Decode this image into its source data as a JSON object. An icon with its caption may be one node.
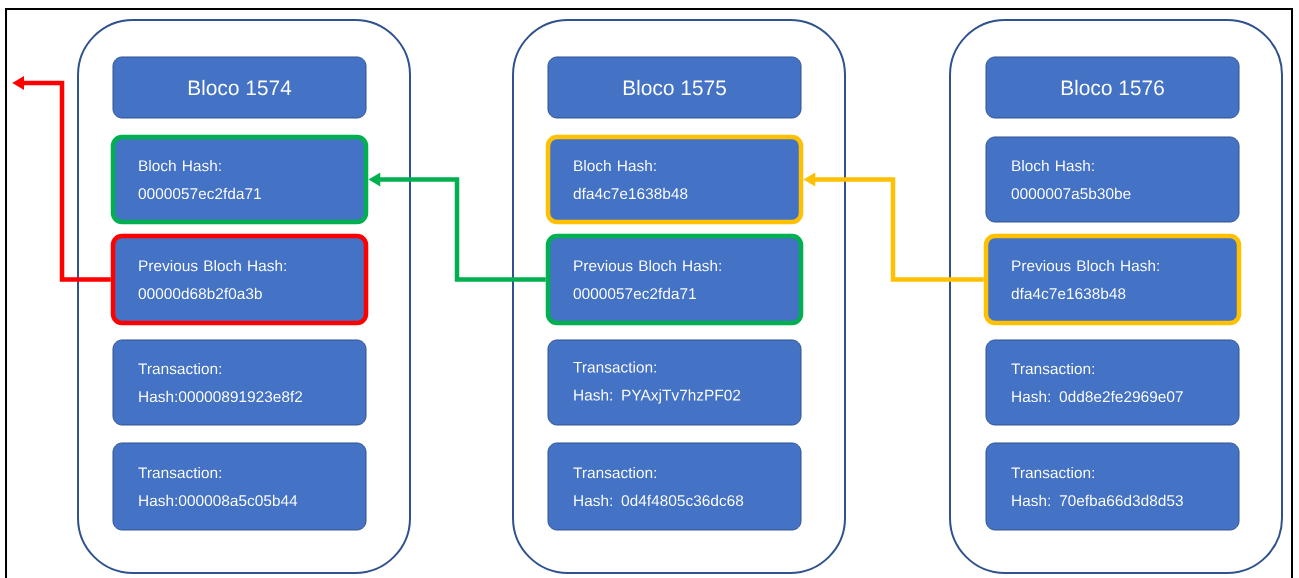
{
  "diagram": {
    "nodes": [
      {
        "text": [],
        "shape": "box"
      },
      {
        "text": [
          "Bloco 1574"
        ],
        "in": 0
      },
      {
        "text": [
          "Bloch Hash:",
          "0000057ec2fda71"
        ],
        "in": 0
      },
      {
        "text": [
          "Previous Bloch Hash:",
          "00000d68b2f0a3b"
        ],
        "in": 0
      },
      {
        "text": [
          "Transaction:",
          "Hash:00000891923e8f2"
        ],
        "in": 0
      },
      {
        "text": [
          "Transaction:",
          "Hash:000008a5c05b44"
        ],
        "in": 0
      },
      {
        "text": [],
        "shape": "box"
      },
      {
        "text": [
          "Bloco 1575"
        ],
        "in": 6
      },
      {
        "text": [
          "Bloch Hash:",
          "dfa4c7e1638b48"
        ],
        "in": 6
      },
      {
        "text": [
          "Previous Bloch Hash:",
          "0000057ec2fda71"
        ],
        "in": 6
      },
      {
        "text": [
          "Transaction:",
          "Hash: PYAxjTv7hzPF02"
        ],
        "in": 6
      },
      {
        "text": [
          "Transaction:",
          "Hash: 0d4f4805c36dc68"
        ],
        "in": 6
      },
      {
        "text": [],
        "shape": "box"
      },
      {
        "text": [
          "Bloco 1576"
        ],
        "in": 12
      },
      {
        "text": [
          "Bloch Hash:",
          "0000007a5b30be"
        ],
        "in": 12
      },
      {
        "text": [
          "Previous Bloch Hash:",
          "dfa4c7e1638b48"
        ],
        "in": 12
      },
      {
        "text": [
          "Transaction:",
          "Hash: 0dd8e2fe2969e07"
        ],
        "in": 12
      },
      {
        "text": [
          "Transaction:",
          "Hash: 70efba66d3d8d53"
        ],
        "in": 12
      }
    ],
    "edges": [
      {
        "from": 3,
        "to": null,
        "arrow": "to",
        "color": "#ff0000"
      },
      {
        "from": 9,
        "to": 2,
        "arrow": "to",
        "color": "#00b050"
      },
      {
        "from": 15,
        "to": 8,
        "arrow": "to",
        "color": "#ffc000"
      }
    ]
  }
}
